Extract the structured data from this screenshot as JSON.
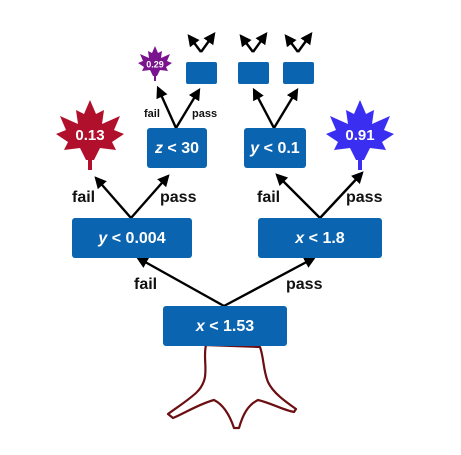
{
  "colors": {
    "node": "#0a64b0",
    "leaf_crimson": "#b0102b",
    "leaf_purple": "#7a148e",
    "leaf_blue": "#3a2ff0",
    "trunk": "#6b0f12"
  },
  "nodes": {
    "root": {
      "var": "x",
      "cond": " < 1.53"
    },
    "left": {
      "var": "y",
      "cond": " < 0.004"
    },
    "right": {
      "var": "x",
      "cond": " < 1.8"
    },
    "left_right": {
      "var": "z",
      "cond": " < 30"
    },
    "right_left": {
      "var": "y",
      "cond": " < 0.1"
    }
  },
  "edges": {
    "root_fail": "fail",
    "root_pass": "pass",
    "left_fail": "fail",
    "left_pass": "pass",
    "right_fail": "fail",
    "right_pass": "pass",
    "z_fail": "fail",
    "z_pass": "pass"
  },
  "leaves": {
    "left_left": "0.13",
    "right_right": "0.91",
    "z_left": "0.29"
  }
}
